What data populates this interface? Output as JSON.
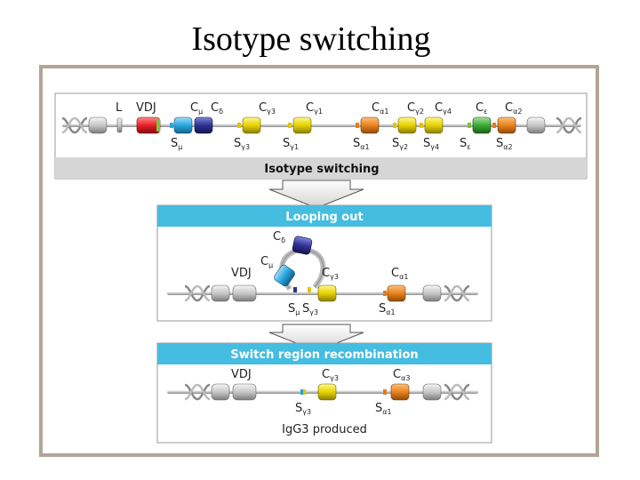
{
  "slide": {
    "title": "Isotype switching"
  },
  "colors": {
    "frame": "#b0a597",
    "header_blue": "#45bde0",
    "header_gray": "#d6d6d6",
    "vdj_red": "#e41f26",
    "c_mu_cyan": "#29a8df",
    "c_delta_navy": "#2e3192",
    "c_gamma_yellow": "#e6d200",
    "c_alpha_orange": "#e8821e",
    "c_epsilon_green": "#3aa935",
    "switch_blue": "#2ea3d6",
    "switch_orange": "#e87a1e",
    "switch_green": "#7cc242"
  },
  "panels": {
    "germline": {
      "title": "Isotype switching",
      "top_labels": [
        {
          "base": "L",
          "sub": ""
        },
        {
          "base": "VDJ",
          "sub": ""
        },
        {
          "base": "C",
          "sub": "μ"
        },
        {
          "base": "C",
          "sub": "δ"
        },
        {
          "base": "C",
          "sub": "γ3"
        },
        {
          "base": "C",
          "sub": "γ1"
        },
        {
          "base": "C",
          "sub": "α1"
        },
        {
          "base": "C",
          "sub": "γ2"
        },
        {
          "base": "C",
          "sub": "γ4"
        },
        {
          "base": "C",
          "sub": "ε"
        },
        {
          "base": "C",
          "sub": "α2"
        }
      ],
      "bottom_labels": [
        {
          "base": "S",
          "sub": "μ"
        },
        {
          "base": "S",
          "sub": "γ3"
        },
        {
          "base": "S",
          "sub": "γ1"
        },
        {
          "base": "S",
          "sub": "α1"
        },
        {
          "base": "S",
          "sub": "γ2"
        },
        {
          "base": "S",
          "sub": "γ4"
        },
        {
          "base": "S",
          "sub": "ε"
        },
        {
          "base": "S",
          "sub": "α2"
        }
      ]
    },
    "looping": {
      "title": "Looping out",
      "labels": [
        {
          "base": "C",
          "sub": "δ"
        },
        {
          "base": "C",
          "sub": "μ"
        },
        {
          "base": "VDJ",
          "sub": ""
        },
        {
          "base": "C",
          "sub": "γ3"
        },
        {
          "base": "C",
          "sub": "α1"
        },
        {
          "base": "S",
          "sub": "μ"
        },
        {
          "base": "S",
          "sub": "γ3"
        },
        {
          "base": "S",
          "sub": "α1"
        }
      ]
    },
    "recombination": {
      "title": "Switch region recombination",
      "labels": [
        {
          "base": "VDJ",
          "sub": ""
        },
        {
          "base": "C",
          "sub": "γ3"
        },
        {
          "base": "C",
          "sub": "α3"
        },
        {
          "base": "S",
          "sub": "γ3"
        },
        {
          "base": "S",
          "sub": "α1"
        }
      ],
      "caption": "IgG3 produced"
    }
  }
}
